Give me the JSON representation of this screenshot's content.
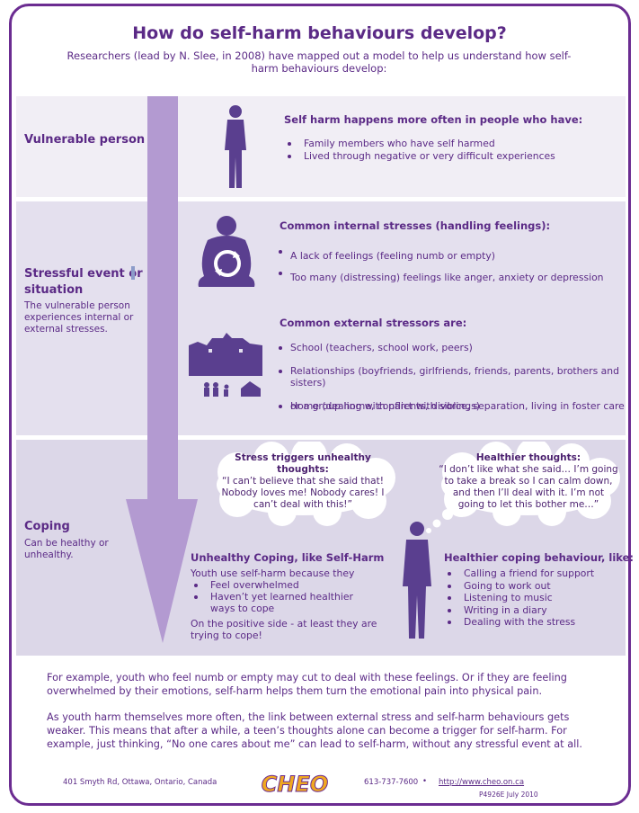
{
  "title": "How do self-harm behaviours develop?",
  "subtitle": "Researchers (lead by N. Slee, in 2008) have mapped out a model to help us understand how self-harm behaviours develop:",
  "stage1": {
    "label": "Vulnerable person",
    "heading": "Self harm happens more often in people who have:",
    "items": [
      "Family members who have self harmed",
      "Lived through negative or very difficult experiences"
    ]
  },
  "stage2": {
    "label_line1": "Stressful event or",
    "label_line2": "situation",
    "desc": "The vulnerable person experiences internal or external stresses.",
    "internal_heading": "Common internal stresses (handling feelings):",
    "internal_items": [
      "A lack of feelings (feeling numb or empty)",
      "Too many (distressing) feelings like anger, anxiety or depression"
    ],
    "external_heading": "Common external stressors are:",
    "external_items": [
      "School (teachers, school work, peers)",
      "Relationships (boyfriends, girlfriends, friends, parents, brothers and sisters)",
      "Home (dealing with parents, divorce, separation, living in foster care",
      "or a group home, conflict with siblings)"
    ]
  },
  "stage3": {
    "label": "Coping",
    "desc": "Can be healthy or unhealthy.",
    "cloud1_title": "Stress triggers unhealthy thoughts:",
    "cloud1_text": "“I can’t believe that she said that! Nobody loves me! Nobody cares! I can’t deal with this!”",
    "cloud2_title": "Healthier thoughts:",
    "cloud2_text": "“I don’t like what she said… I’m going to take a break so I can calm down, and then I’ll deal with it. I’m not going to let this bother me…”",
    "unhealthy_heading": "Unhealthy Coping, like Self-Harm",
    "unhealthy_intro": "Youth use self-harm because they",
    "unhealthy_items": [
      "Feel overwhelmed",
      "Haven’t yet learned healthier ways to cope"
    ],
    "unhealthy_note": "On the positive side - at least they are trying to cope!",
    "healthy_heading": "Healthier coping behaviour, like:",
    "healthy_items": [
      "Calling a friend for support",
      "Going to work out",
      "Listening to music",
      "Writing in a diary",
      "Dealing with the stress"
    ]
  },
  "para1": "For example, youth who feel numb or empty may cut to deal with these feelings.  Or if they are feeling overwhelmed by their emotions, self-harm helps them turn the emotional pain into physical pain.",
  "para2": "As youth harm themselves more often, the link between external stress and self-harm behaviours gets weaker.  This means that after a while, a teen’s thoughts alone can become a trigger for self-harm.  For example, just thinking, “No one cares about me” can lead to self-harm, without any stressful event at all.",
  "footer": {
    "address": "401 Smyth Rd, Ottawa, Ontario, Canada",
    "logo": "CHEO",
    "phone": "613-737-7600",
    "bullet": "•",
    "url": "http://www.cheo.on.ca",
    "code": "P4926E  July 2010"
  },
  "colors": {
    "accent": "#5b2a86",
    "arrow": "#b39ad1",
    "figure": "#5a3f8f",
    "border": "#6b2c91",
    "logo": "#f0a820"
  }
}
